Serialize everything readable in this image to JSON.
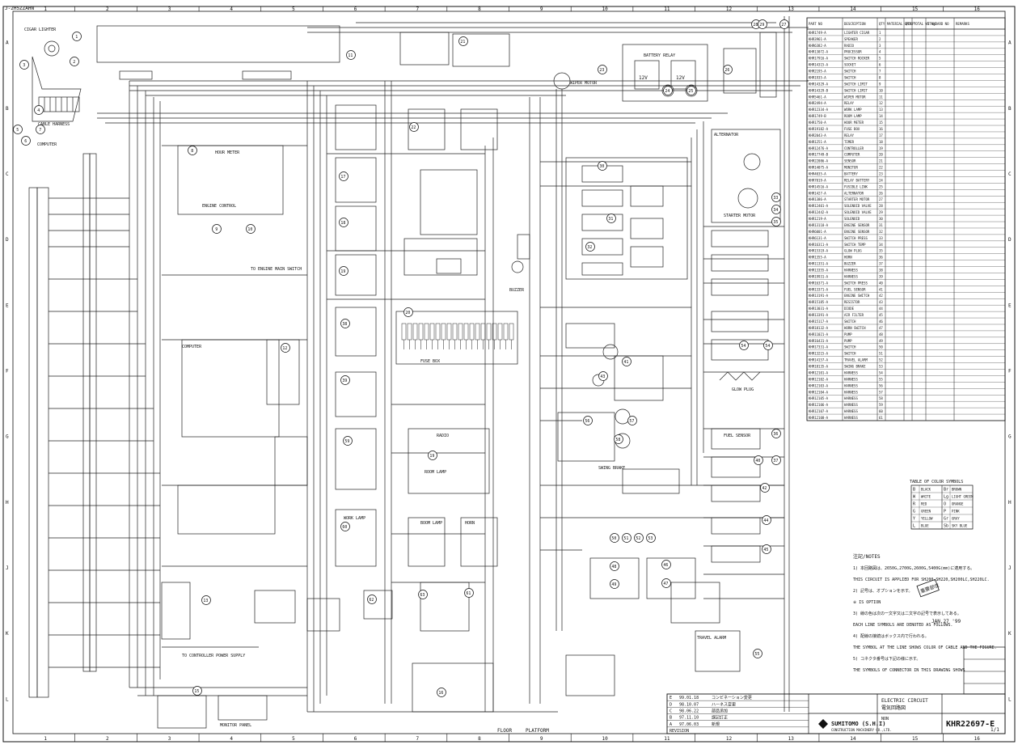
{
  "sheet": {
    "stamp_top_left": "J-2H5ZZAHN",
    "rev_stamp": "重要部位",
    "jan_date": "JAN.27 '99",
    "grid_cols": [
      "1",
      "2",
      "3",
      "4",
      "5",
      "6",
      "7",
      "8",
      "9",
      "10",
      "11",
      "12",
      "13",
      "14",
      "15",
      "16"
    ],
    "grid_rows": [
      "A",
      "B",
      "C",
      "D",
      "E",
      "F",
      "G",
      "H",
      "J",
      "K",
      "L"
    ]
  },
  "components": {
    "monitor_panel": "MONITOR PANEL",
    "sub_harness": "CABLE HARNESS",
    "computer": "COMPUTER",
    "engine_control": "ENGINE CONTROL",
    "fuel_sensor": "FUEL SENSOR",
    "battery": "12V",
    "alternator": "ALTERNATOR",
    "starter_motor": "STARTER MOTOR",
    "buzzer": "BUZZER",
    "horn": "HORN",
    "relay_battery": "BATTERY RELAY",
    "wiper_motor": "WIPER MOTOR",
    "radio": "RADIO",
    "room_lamp": "ROOM LAMP",
    "fuse_box": "FUSE BOX",
    "work_lamp": "WORK LAMP",
    "boom_lamp": "BOOM LAMP",
    "glow_plug": "GLOW PLUG",
    "floor": "FLOOR",
    "platform": "PLATFORM",
    "hour_meter": "HOUR METER",
    "swing_brake": "SWING BRAKE",
    "travel_alarm": "TRAVEL ALARM",
    "to_engine_main_switch": "TO ENGINE MAIN SWITCH",
    "to_controller_power": "TO CONTROLLER POWER SUPPLY"
  },
  "parts_table": {
    "headers": [
      "PART NO",
      "DESCRIPTION",
      "QTY",
      "MATERIAL GROUP",
      "QTY",
      "TOTAL WT kg",
      "STANDARD NO",
      "REMARKS"
    ],
    "rows": [
      [
        "KHR1749-A",
        "LIGHTER CIGAR",
        "1"
      ],
      [
        "KHR3961-A",
        "SPEAKER",
        "2"
      ],
      [
        "KHR6382-A",
        "RADIO",
        "3"
      ],
      [
        "KHR13072-A",
        "PROCESSOR",
        "4"
      ],
      [
        "KHR17916-A",
        "SWITCH ROCKER",
        "5"
      ],
      [
        "KHR14315-A",
        "SOCKET",
        "6"
      ],
      [
        "KHR2195-A",
        "SWITCH",
        "7"
      ],
      [
        "KHR1935-A",
        "SWITCH",
        "8"
      ],
      [
        "KHR14329-A",
        "SWITCH LIMIT",
        "9"
      ],
      [
        "KHR14329-B",
        "SWITCH LIMIT",
        "10"
      ],
      [
        "KHR5461-A",
        "WIPER MOTOR",
        "11"
      ],
      [
        "KHR2494-A",
        "RELAY",
        "12"
      ],
      [
        "KHR12334-A",
        "WORK LAMP",
        "13"
      ],
      [
        "KHR1749-B",
        "ROOM LAMP",
        "14"
      ],
      [
        "KHR1750-A",
        "HOUR METER",
        "15"
      ],
      [
        "KHR19182-A",
        "FUSE BOX",
        "16"
      ],
      [
        "KHR2043-A",
        "RELAY",
        "17"
      ],
      [
        "KHR1251-A",
        "TIMER",
        "18"
      ],
      [
        "KHR12476-A",
        "CONTROLLER",
        "19"
      ],
      [
        "KHR17749-B",
        "COMPUTER",
        "20"
      ],
      [
        "KHR22086-A",
        "SENSOR",
        "21"
      ],
      [
        "KHR14075-A",
        "MONITOR",
        "22"
      ],
      [
        "KHR4035-A",
        "BATTERY",
        "23"
      ],
      [
        "KHR7019-A",
        "RELAY BATTERY",
        "24"
      ],
      [
        "KHR14516-A",
        "FUSIBLE LINK",
        "25"
      ],
      [
        "KHR1427-A",
        "ALTERNATOR",
        "26"
      ],
      [
        "KHR1386-A",
        "STARTER MOTOR",
        "27"
      ],
      [
        "KHR12401-A",
        "SOLENOID VALVE",
        "28"
      ],
      [
        "KHR12442-A",
        "SOLENOID VALVE",
        "29"
      ],
      [
        "KHR1219-A",
        "SOLENOID",
        "30"
      ],
      [
        "KHR13118-A",
        "ENGINE SENSOR",
        "31"
      ],
      [
        "KHR6001-A",
        "ENGINE SENSOR",
        "32"
      ],
      [
        "KHR6131-A",
        "SWITCH PRESS",
        "33"
      ],
      [
        "KHR16311-A",
        "SWITCH TEMP",
        "34"
      ],
      [
        "KHR15319-A",
        "GLOW PLUG",
        "35"
      ],
      [
        "KHR1355-A",
        "HORN",
        "36"
      ],
      [
        "KHR11351-A",
        "BUZZER",
        "37"
      ],
      [
        "KHR13355-A",
        "HARNESS",
        "38"
      ],
      [
        "KHR19931-A",
        "HARNESS",
        "39"
      ],
      [
        "KHR16371-A",
        "SWITCH PRESS",
        "40"
      ],
      [
        "KHR13371-A",
        "FUEL SENSOR",
        "41"
      ],
      [
        "KHR13191-A",
        "ENGINE SWITCH",
        "42"
      ],
      [
        "KHR15185-A",
        "RESISTOR",
        "43"
      ],
      [
        "KHR13031-A",
        "DIODE",
        "44"
      ],
      [
        "KHR13391-A",
        "AIR FILTER",
        "45"
      ],
      [
        "KHR15117-A",
        "SWITCH",
        "46"
      ],
      [
        "KHR18132-A",
        "HORN SWITCH",
        "47"
      ],
      [
        "KHR11021-A",
        "PUMP",
        "48"
      ],
      [
        "KHR16431-A",
        "PUMP",
        "49"
      ],
      [
        "KHR17331-A",
        "SWITCH",
        "50"
      ],
      [
        "KHR13215-A",
        "SWITCH",
        "51"
      ],
      [
        "KHR14157-A",
        "TRAVEL ALARM",
        "52"
      ],
      [
        "KHR18135-A",
        "SWING BRAKE",
        "53"
      ],
      [
        "KHR12101-A",
        "HARNESS",
        "54"
      ],
      [
        "KHR12102-A",
        "HARNESS",
        "55"
      ],
      [
        "KHR12103-A",
        "HARNESS",
        "56"
      ],
      [
        "KHR12104-A",
        "HARNESS",
        "57"
      ],
      [
        "KHR12105-A",
        "HARNESS",
        "58"
      ],
      [
        "KHR12106-A",
        "HARNESS",
        "59"
      ],
      [
        "KHR12107-A",
        "HARNESS",
        "60"
      ],
      [
        "KHR12108-A",
        "HARNESS",
        "61"
      ]
    ]
  },
  "color_table": {
    "title": "TABLE OF COLOR SYMBOLS",
    "rows": [
      [
        "B",
        "BLACK"
      ],
      [
        "W",
        "WHITE"
      ],
      [
        "R",
        "RED"
      ],
      [
        "G",
        "GREEN"
      ],
      [
        "Y",
        "YELLOW"
      ],
      [
        "L",
        "BLUE"
      ],
      [
        "Br",
        "BROWN"
      ],
      [
        "Lg",
        "LIGHT GREEN"
      ],
      [
        "O",
        "ORANGE"
      ],
      [
        "P",
        "PINK"
      ],
      [
        "Gr",
        "GRAY"
      ],
      [
        "Sb",
        "SKY BLUE"
      ]
    ]
  },
  "notes": {
    "heading": "注記/NOTES",
    "lines": [
      "1) 本回路図は、2650G,2700G,2600G,5400G(mm)に適用する。",
      "   THIS CIRCUIT IS APPLIED FOR SH200,SH220,SH200LC,SH220LC.",
      "2) 記号は、オプションを示す。",
      "   ※ IS OPTION",
      "3) 線の色は次の一文字又は二文字の記号で表示してある。",
      "   EACH LINE SYMBOLS ARE DENOTED AS FOLLOWS.",
      "4) 配線の接続はボックス内で行われる。",
      "   THE SYMBOL AT THE LINE SHOWS COLOR OF CABLE AND THE FIGURE.",
      "5) コネクタ番号は下記の様に示す。",
      "   THE SYMBOLS OF CONNECTOR IN THIS DRAWING SHOWS"
    ]
  },
  "title_block": {
    "company": "SUMITOMO (S.H.I)",
    "company_sub": "CONSTRUCTION MACHINERY CO.,LTD.",
    "title_en": "ELECTRIC CIRCUIT",
    "title_jp": "電気回路図",
    "drawing_no": "KHR22697-E",
    "sheet": "1/1",
    "scale": "NON",
    "revision_label": "REVISION",
    "revisions": [
      [
        "E",
        "99.01.18",
        "コンビネーション変更"
      ],
      [
        "D",
        "98.10.07",
        "ハーネス変更"
      ],
      [
        "C",
        "98.06.22",
        "部品追加"
      ],
      [
        "B",
        "97.11.10",
        "誤記訂正"
      ],
      [
        "A",
        "97.06.03",
        "新規"
      ]
    ]
  }
}
